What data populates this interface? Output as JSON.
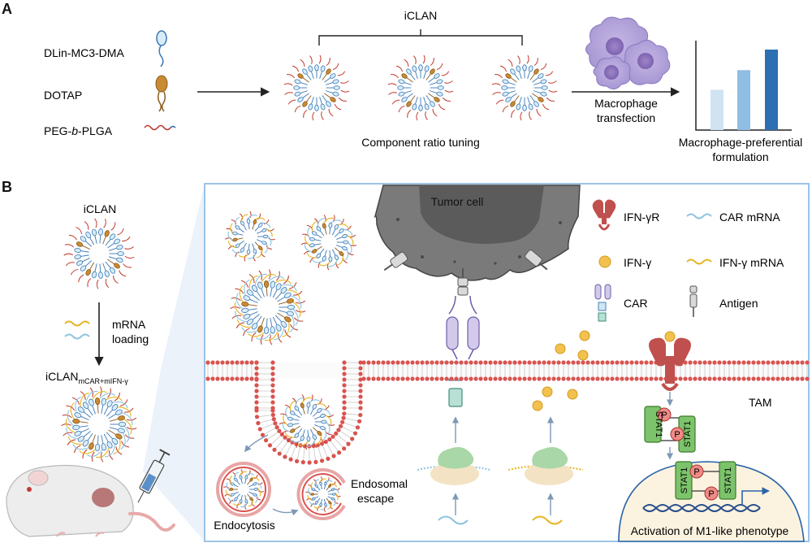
{
  "panel_a": {
    "label": "A",
    "legend": {
      "item1": "DLin-MC3-DMA",
      "item2": "DOTAP",
      "item3_pre": "PEG-",
      "item3_italic": "b",
      "item3_post": "-PLGA"
    },
    "iclan_label": "iCLAN",
    "tuning_label": "Component ratio tuning",
    "transfection_line1": "Macrophage",
    "transfection_line2": "transfection",
    "formulation_line1": "Macrophage-preferential",
    "formulation_line2": "formulation",
    "bar_levels": [
      0.45,
      0.67,
      0.9
    ],
    "bar_colors": [
      "#cfe3f3",
      "#8fbde3",
      "#2c6fb2"
    ]
  },
  "panel_b": {
    "label": "B",
    "iclan_label": "iCLAN",
    "mrna_loading_line1": "mRNA",
    "mrna_loading_line2": "loading",
    "loaded_label_main": "iCLAN",
    "loaded_label_sub": "mCAR+mIFN-γ",
    "tumor_cell": "Tumor cell",
    "legend": {
      "ifngr": "IFN-γR",
      "car_mrna": "CAR mRNA",
      "ifng": "IFN-γ",
      "ifng_mrna": "IFN-γ mRNA",
      "car": "CAR",
      "antigen": "Antigen"
    },
    "tam": "TAM",
    "stat1": "STAT1",
    "p": "P",
    "endocytosis": "Endocytosis",
    "endosomal_line1": "Endosomal",
    "endosomal_line2": "escape",
    "activation": "Activation of M1-like phenotype"
  },
  "colors": {
    "membrane_head": "#d9534f",
    "membrane_tail": "#c7c7c7",
    "panel_border": "#9cc3e6",
    "lnp_blue": "#3a78b5",
    "lnp_orange": "#b37a2d",
    "peg_red": "#c0392b",
    "stat1_green": "#7cc36b",
    "receptor_red": "#c0504d",
    "ifng_gold": "#f2c14e",
    "tumor_gray": "#707070"
  }
}
